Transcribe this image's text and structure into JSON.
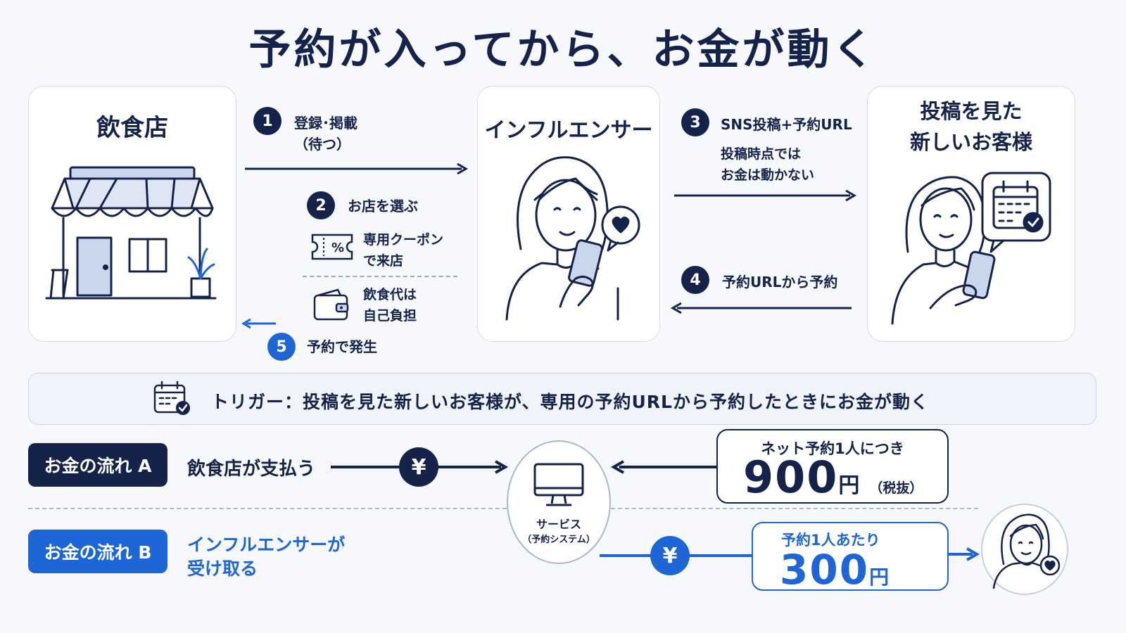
{
  "title": "予約が入ってから、お金が動く",
  "restaurant": {
    "title": "飲食店"
  },
  "influencer": {
    "title": "インフルエンサー"
  },
  "customer": {
    "title_line1": "投稿を見た",
    "title_line2": "新しいお客様"
  },
  "steps": {
    "s1": {
      "num": "1",
      "line1": "登録･掲載",
      "line2": "（待つ）"
    },
    "s2": {
      "num": "2",
      "label": "お店を選ぶ"
    },
    "s2a": {
      "line1": "専用クーポン",
      "line2": "で来店"
    },
    "s2b": {
      "line1": "飲食代は",
      "line2": "自己負担"
    },
    "s3": {
      "num": "3",
      "label": "SNS投稿+予約URL",
      "note1": "投稿時点では",
      "note2": "お金は動かない"
    },
    "s4": {
      "num": "4",
      "label": "予約URLから予約"
    },
    "s5": {
      "num": "5",
      "label": "予約で発生"
    }
  },
  "trigger": {
    "text": "トリガー：投稿を見た新しいお客様が、専用の予約URLから予約したときにお金が動く"
  },
  "flow_a": {
    "badge": "お金の流れ A",
    "label": "飲食店が支払う",
    "yen": "¥",
    "price_caption": "ネット予約1人につき",
    "price_value": "900",
    "price_unit": "円",
    "price_note": "（税抜）"
  },
  "service": {
    "line1": "サービス",
    "line2": "（予約システム）"
  },
  "flow_b": {
    "badge": "お金の流れ B",
    "label_line1": "インフルエンサーが",
    "label_line2": "受け取る",
    "yen": "¥",
    "price_caption": "予約1人あたり",
    "price_value": "300",
    "price_unit": "円"
  },
  "colors": {
    "navy": "#15234a",
    "blue": "#1e66d6",
    "border": "#d6dce6"
  }
}
